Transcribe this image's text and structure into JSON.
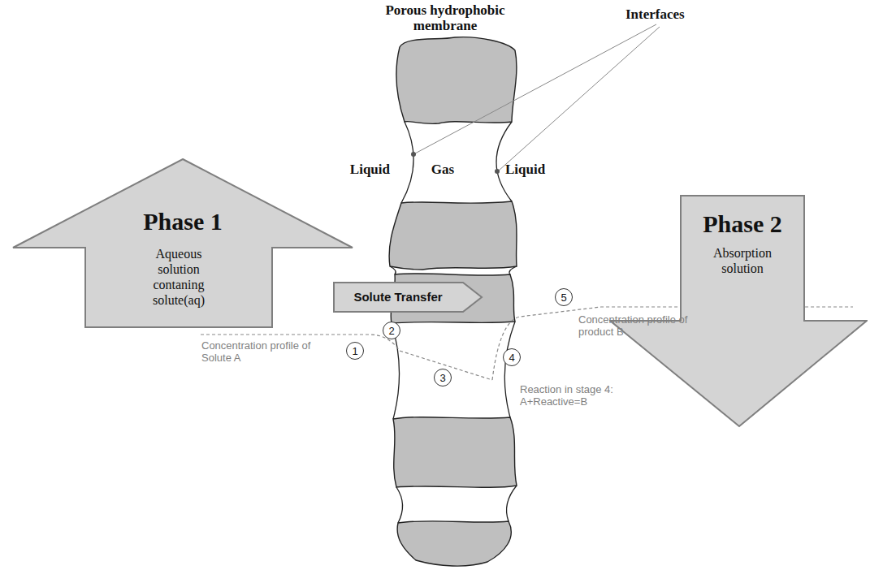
{
  "diagram": {
    "nodes": [
      {
        "text": [
          "Phase 1",
          "Aqueous solution contaning solute(aq)"
        ]
      },
      {
        "text": [
          "Solute Transfer"
        ]
      },
      {
        "text": [
          "Phase 2",
          "Absorption solution"
        ]
      },
      {
        "text": [
          "1"
        ]
      },
      {
        "text": [
          "2"
        ]
      },
      {
        "text": [
          "3"
        ]
      },
      {
        "text": [
          "4"
        ]
      },
      {
        "text": [
          "5"
        ]
      }
    ],
    "labels": [
      "Porous hydrophobic membrane",
      "Interfaces",
      "Liquid",
      "Gas",
      "Liquid",
      "Concentration profile of Solute A",
      "Concentration profile of product B",
      "Reaction in stage 4: A+Reactive=B"
    ]
  }
}
